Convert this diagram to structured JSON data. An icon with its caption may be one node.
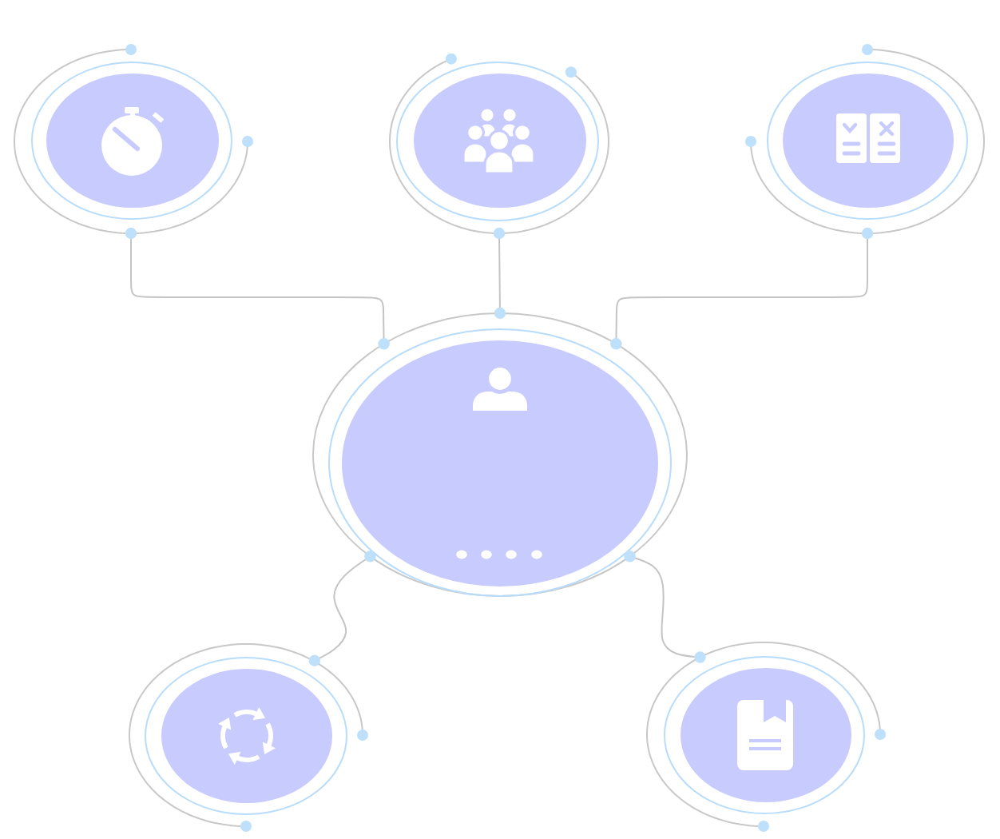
{
  "diagram": {
    "nodes": [
      {
        "text": [],
        "shape": "ellipse"
      },
      {
        "text": [],
        "shape": "ellipse"
      },
      {
        "text": [],
        "shape": "ellipse"
      },
      {
        "text": [],
        "shape": "ellipse"
      },
      {
        "text": [],
        "shape": "ellipse"
      },
      {
        "text": [],
        "shape": "ellipse"
      }
    ],
    "edges": [
      {
        "from": 3,
        "to": 0,
        "arrow": "other"
      },
      {
        "from": 3,
        "to": 1,
        "arrow": "other"
      },
      {
        "from": 3,
        "to": 2,
        "arrow": "other"
      },
      {
        "from": 3,
        "to": 4,
        "arrow": "other"
      },
      {
        "from": 3,
        "to": 5,
        "arrow": "other"
      }
    ]
  }
}
